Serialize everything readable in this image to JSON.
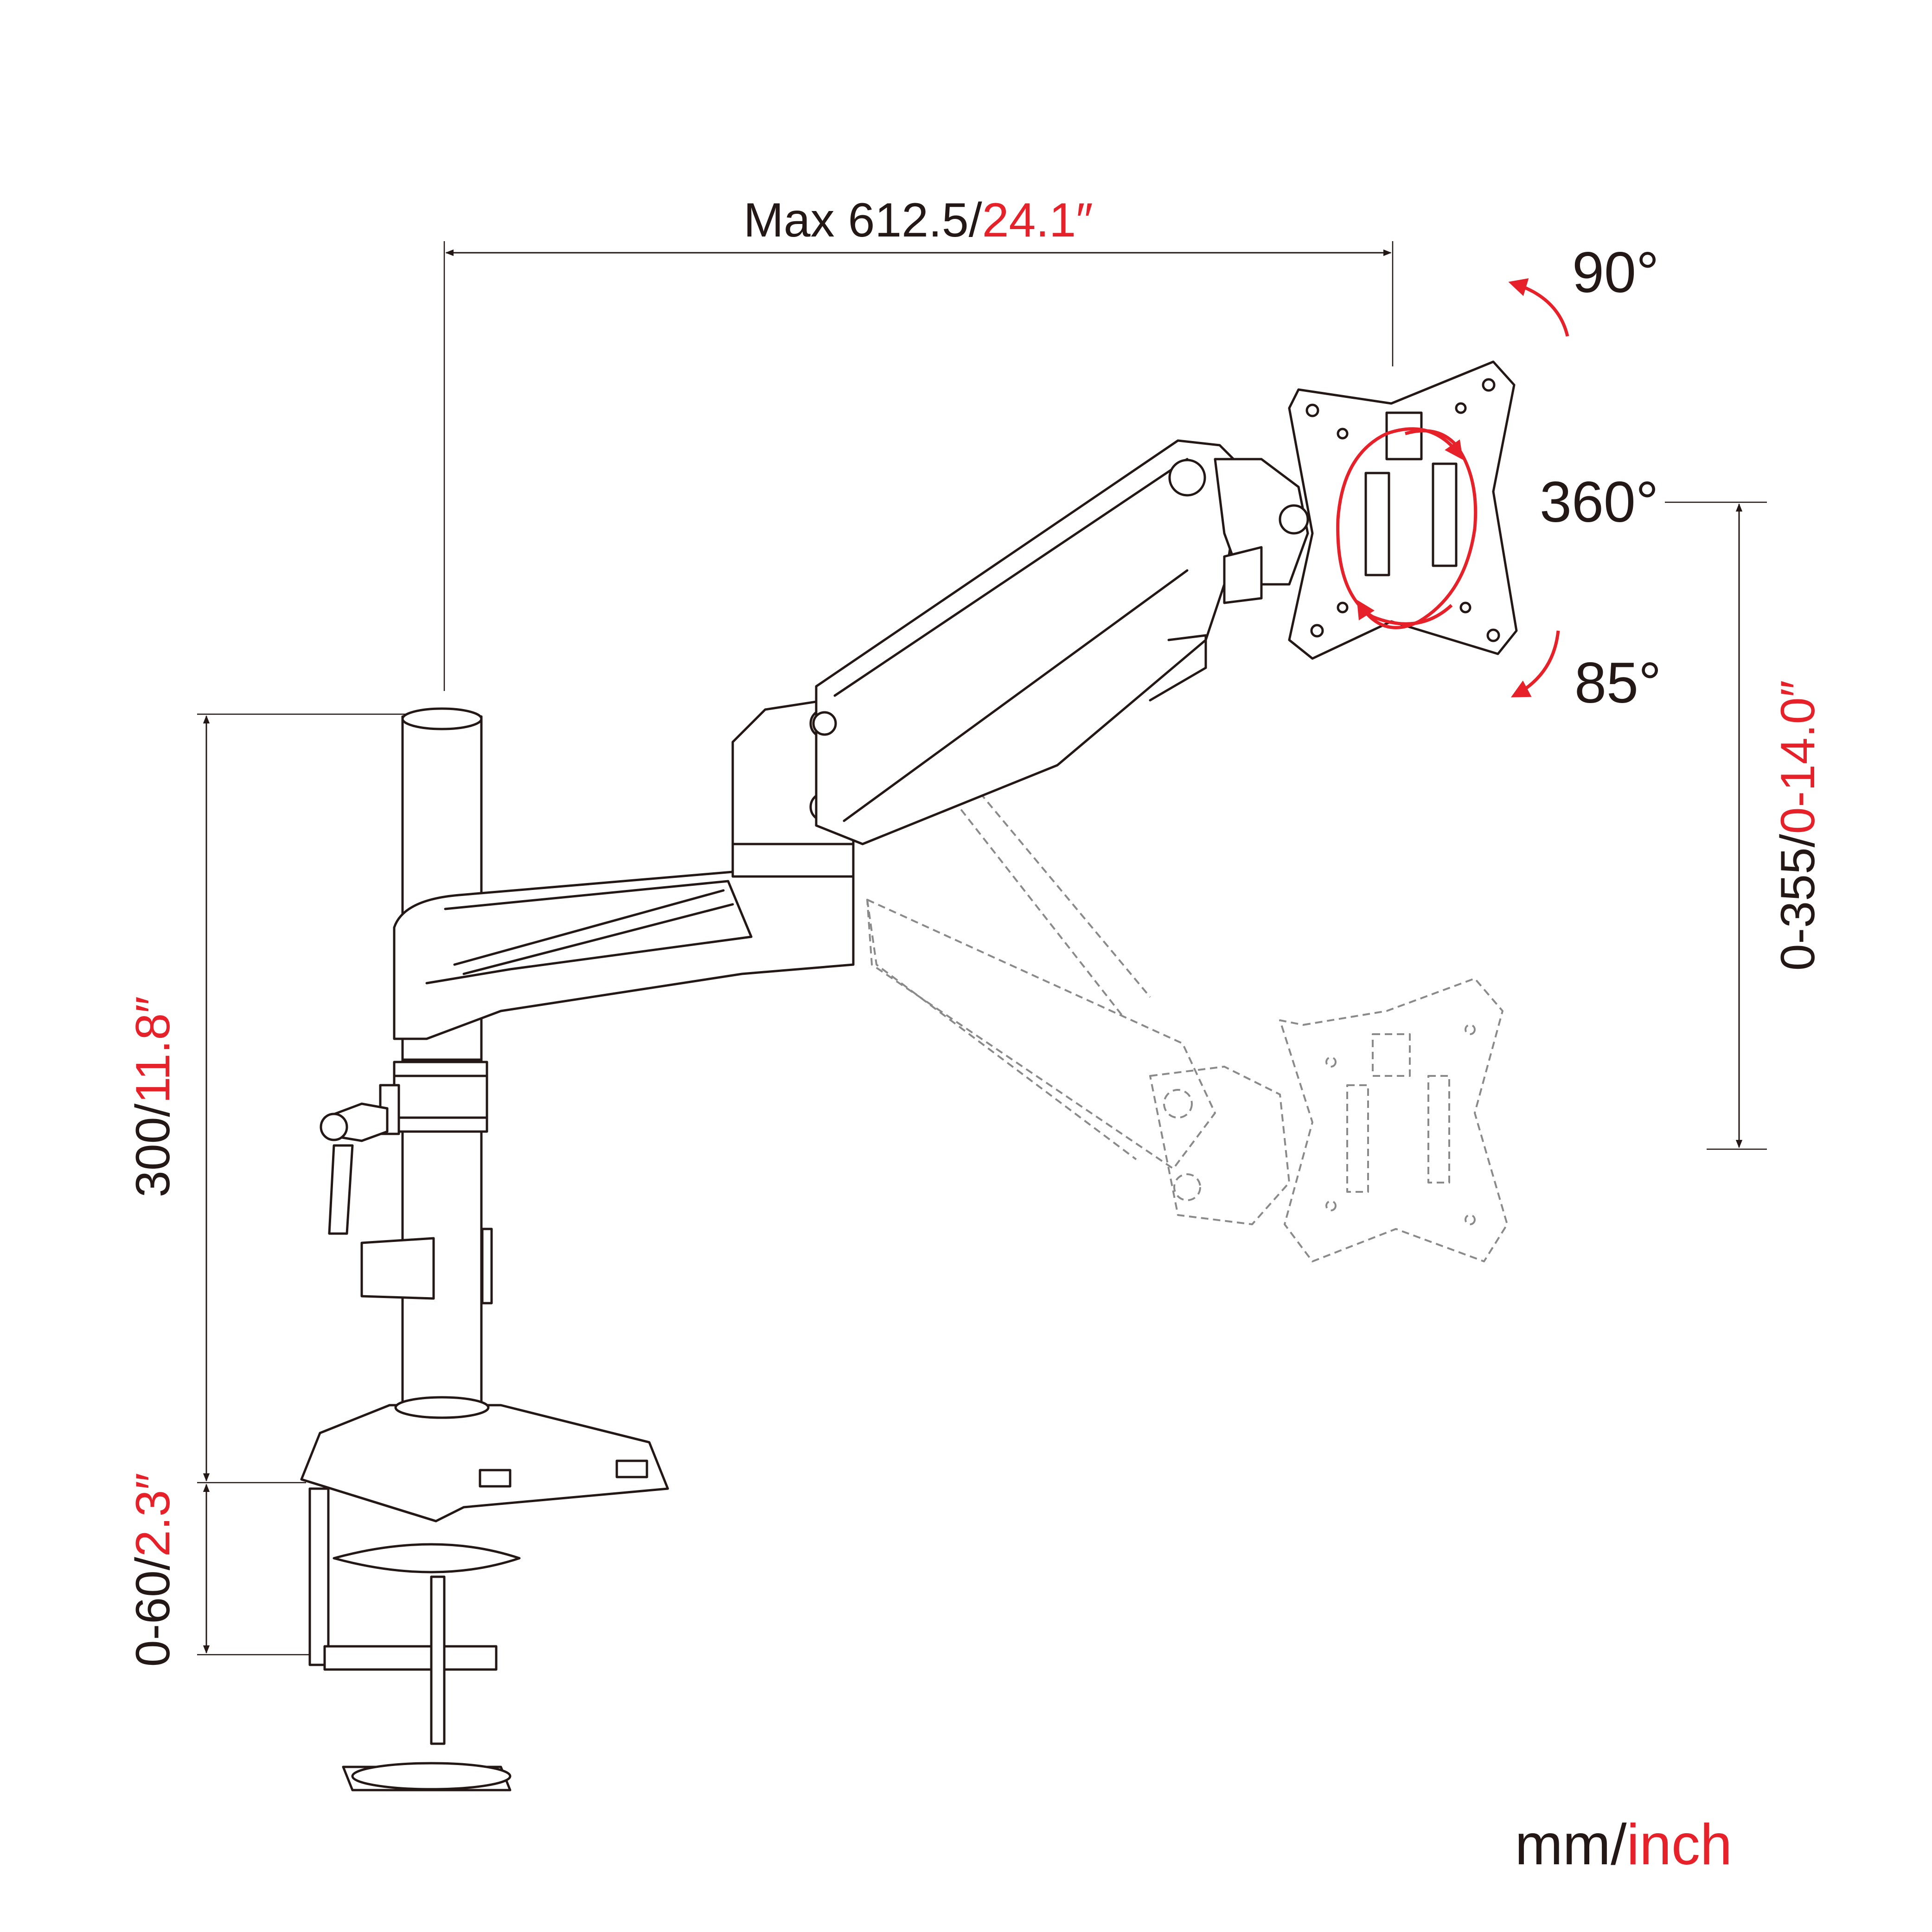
{
  "units": {
    "mm": "mm",
    "sep": "/",
    "inch": "inch"
  },
  "dimensions": {
    "max_reach": {
      "prefix": "Max 612.5",
      "sep": "/",
      "inch": "24.1″"
    },
    "height_adjust": {
      "mm": "0-355",
      "sep": "/",
      "inch": "0-14.0″"
    },
    "pole_height": {
      "mm": "300",
      "sep": "/",
      "inch": "11.8″"
    },
    "clamp_range": {
      "mm": "0-60",
      "sep": "/",
      "inch": "2.3″"
    }
  },
  "angles": {
    "tilt_up": "90°",
    "rotation": "360°",
    "tilt_down": "85°"
  },
  "colors": {
    "ink": "#231815",
    "accent": "#e62129",
    "ghost": "#8a8a8a"
  }
}
